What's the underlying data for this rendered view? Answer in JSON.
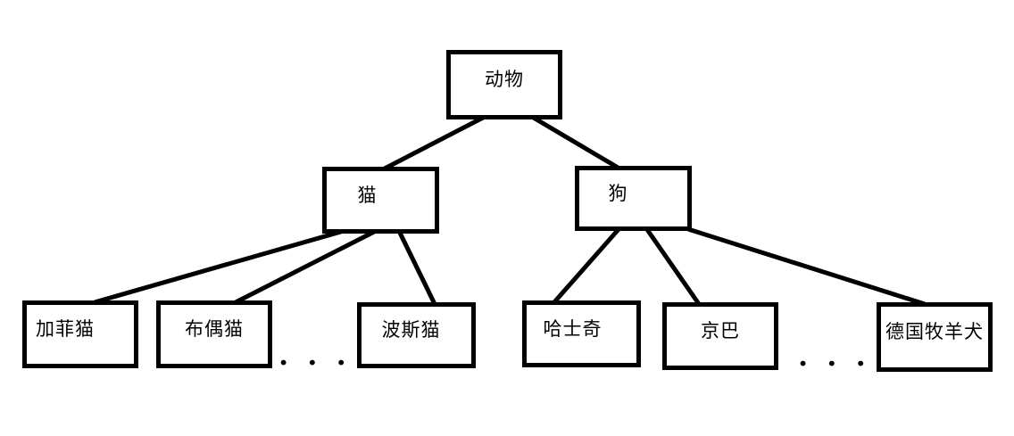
{
  "diagram": {
    "type": "tree",
    "colors": {
      "background": "#ffffff",
      "node_border": "#000000",
      "node_fill": "#ffffff",
      "edge": "#000000",
      "text": "#000000"
    },
    "root": {
      "label": "动物"
    },
    "branches": [
      {
        "label": "猫",
        "children": [
          "加菲猫",
          "布偶猫",
          "波斯猫"
        ],
        "ellipsis": ". . ."
      },
      {
        "label": "狗",
        "children": [
          "哈士奇",
          "京巴",
          "德国牧羊犬"
        ],
        "ellipsis": ". . ."
      }
    ],
    "edges": [
      {
        "from": "动物",
        "to": "猫"
      },
      {
        "from": "动物",
        "to": "狗"
      },
      {
        "from": "猫",
        "to": "加菲猫"
      },
      {
        "from": "猫",
        "to": "布偶猫"
      },
      {
        "from": "猫",
        "to": "波斯猫"
      },
      {
        "from": "狗",
        "to": "哈士奇"
      },
      {
        "from": "狗",
        "to": "京巴"
      },
      {
        "from": "狗",
        "to": "德国牧羊犬"
      }
    ]
  }
}
